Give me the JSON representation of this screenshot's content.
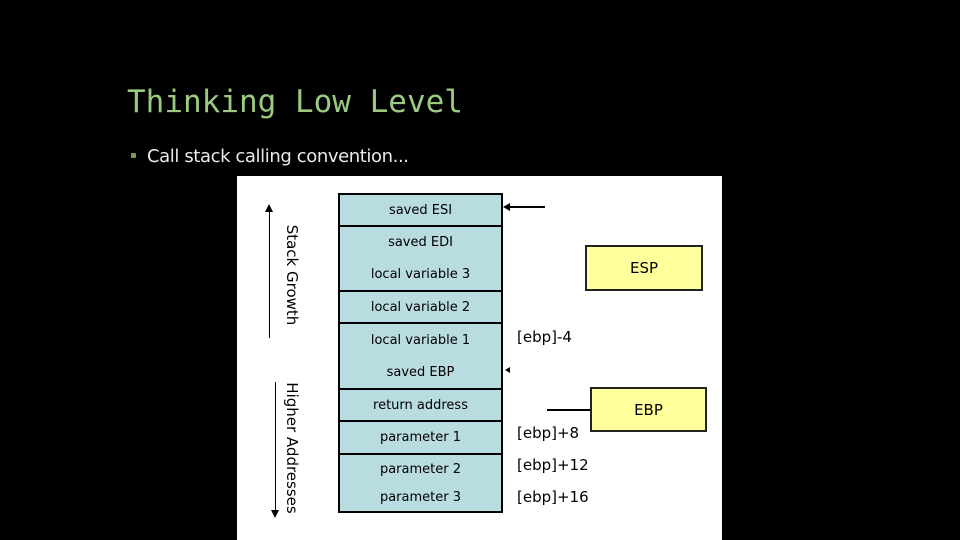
{
  "slide": {
    "title": "Thinking Low Level",
    "bullet": "Call stack calling convention..."
  },
  "colors": {
    "page_bg": "#000000",
    "panel_bg": "#ffffff",
    "title_text": "#9bc97f",
    "bullet_text": "#e9e9e9",
    "bullet_dot": "#7d9c52",
    "stack_fill": "#b9dce1",
    "register_fill": "#ffff9b",
    "line": "#000000"
  },
  "diagram": {
    "stack": {
      "cells": [
        {
          "lines": [
            "saved ESI"
          ]
        },
        {
          "lines": [
            "saved EDI",
            "local variable 3"
          ]
        },
        {
          "lines": [
            "local variable 2"
          ]
        },
        {
          "lines": [
            "local variable 1",
            "saved EBP"
          ]
        },
        {
          "lines": [
            "return address"
          ]
        },
        {
          "lines": [
            "parameter 1"
          ]
        },
        {
          "lines": [
            "parameter 2",
            "parameter 3"
          ]
        }
      ]
    },
    "axis_labels": {
      "stack_growth": "Stack Growth",
      "higher_addresses": "Higher Addresses"
    },
    "registers": {
      "esp": "ESP",
      "ebp": "EBP"
    },
    "offsets": {
      "minus4": "[ebp]-4",
      "plus8": "[ebp]+8",
      "plus12": "[ebp]+12",
      "plus16": "[ebp]+16"
    }
  }
}
